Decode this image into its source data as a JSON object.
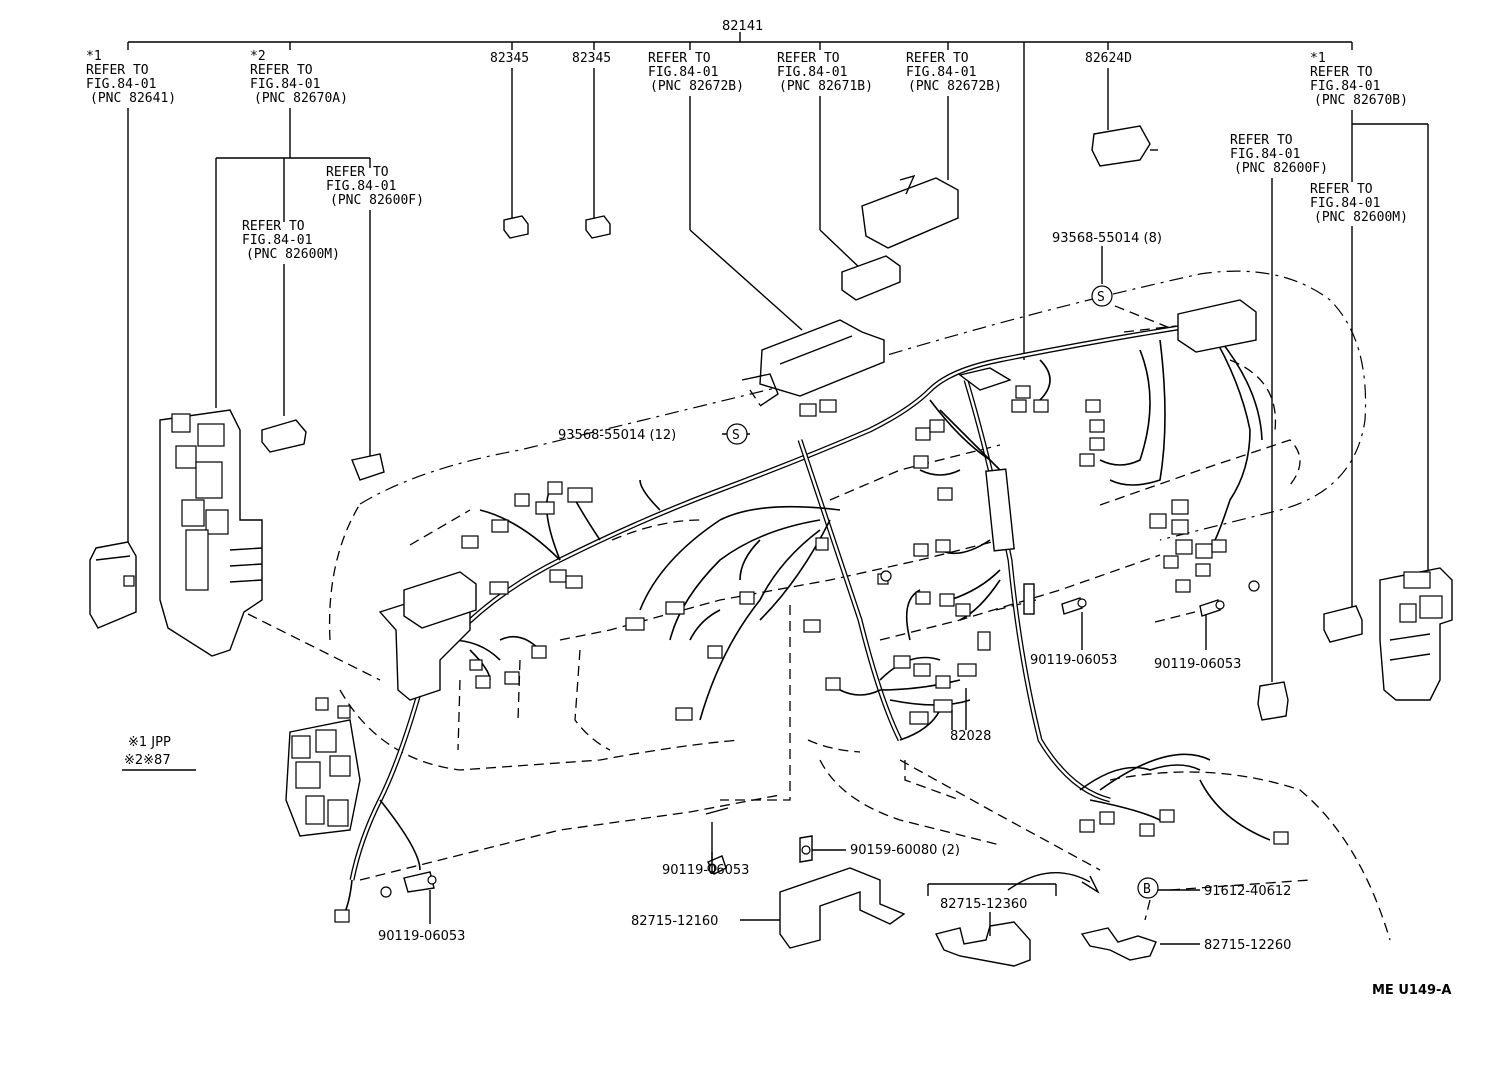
{
  "diagram": {
    "main_part_number": "82141",
    "top_labels": [
      {
        "id": "top-82641",
        "lines": [
          "*1",
          "REFER TO",
          "FIG.84-01",
          "(PNC 82641)"
        ]
      },
      {
        "id": "top-82670a",
        "lines": [
          "*2",
          "REFER TO",
          "FIG.84-01",
          "(PNC 82670A)"
        ]
      },
      {
        "id": "mid-82600f-left",
        "lines": [
          "REFER TO",
          "FIG.84-01",
          "(PNC 82600F)"
        ]
      },
      {
        "id": "mid-82600m-left",
        "lines": [
          "REFER TO",
          "FIG.84-01",
          "(PNC 82600M)"
        ]
      },
      {
        "id": "top-82345-a",
        "lines": [
          "82345"
        ]
      },
      {
        "id": "top-82345-b",
        "lines": [
          "82345"
        ]
      },
      {
        "id": "top-82672b-a",
        "lines": [
          "REFER TO",
          "FIG.84-01",
          "(PNC 82672B)"
        ]
      },
      {
        "id": "top-82671b",
        "lines": [
          "REFER TO",
          "FIG.84-01",
          "(PNC 82671B)"
        ]
      },
      {
        "id": "top-82672b-b",
        "lines": [
          "REFER TO",
          "FIG.84-01",
          "(PNC 82672B)"
        ]
      },
      {
        "id": "top-82624d",
        "lines": [
          "82624D"
        ]
      },
      {
        "id": "top-82670b",
        "lines": [
          "*1",
          "REFER TO",
          "FIG.84-01",
          "(PNC 82670B)"
        ]
      },
      {
        "id": "mid-82600f-right",
        "lines": [
          "REFER TO",
          "FIG.84-01",
          "(PNC 82600F)"
        ]
      },
      {
        "id": "mid-82600m-right",
        "lines": [
          "REFER TO",
          "FIG.84-01",
          "(PNC 82600M)"
        ]
      }
    ],
    "part_labels": {
      "screw_8": "93568-55014 (8)",
      "screw_12": "93568-55014 (12)",
      "bolt_a": "90119-06053",
      "bolt_b": "90119-06053",
      "bolt_c": "90119-06053",
      "bolt_d": "90119-06053",
      "bolt_e": "90159-60080 (2)",
      "clamp": "82028",
      "bracket_a": "82715-12160",
      "bracket_b": "82715-12360",
      "bracket_c": "82715-12260",
      "nut": "91612-40612"
    },
    "symbols": {
      "s": "S",
      "b": "B"
    },
    "legend": {
      "note1": "※1 JPP",
      "note2": "※2※87"
    },
    "footer_code": "ME  U149-A"
  }
}
